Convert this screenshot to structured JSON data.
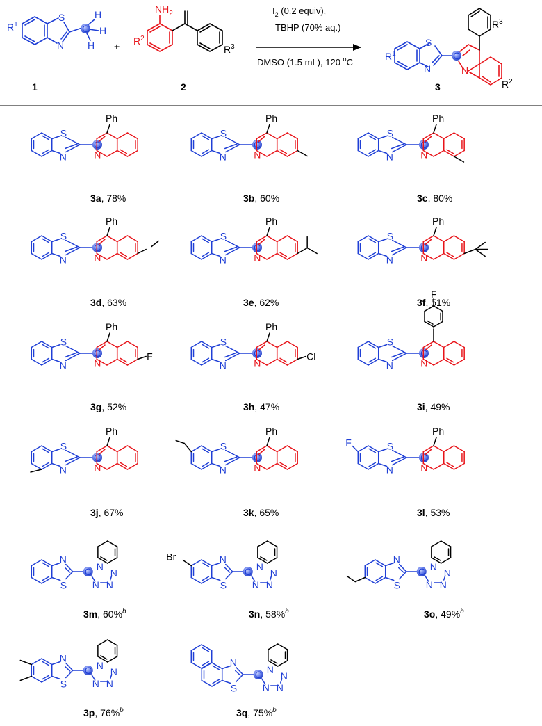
{
  "reaction": {
    "reactant1_label": "1",
    "reactant2_label": "2",
    "product_label": "3",
    "plus": "+",
    "condition1": "I",
    "condition1_sub": "2",
    "condition1_rest": " (0.2 equiv),",
    "condition2": "TBHP (70% aq.)",
    "condition3": "DMSO (1.5 mL), 120 ",
    "condition3_sup": "o",
    "condition3_unit": "C",
    "r1": "R",
    "r1_sup": "1",
    "r2": "R",
    "r2_sup": "2",
    "r3": "R",
    "r3_sup": "3",
    "nh2": "NH",
    "nh2_sub": "2",
    "h": "H"
  },
  "atoms": {
    "S": "S",
    "N": "N",
    "C": "C",
    "Ph": "Ph",
    "F": "F",
    "Cl": "Cl",
    "Br": "Br"
  },
  "products": [
    {
      "id": "3a",
      "yield": ", 78%",
      "note": ""
    },
    {
      "id": "3b",
      "yield": ", 60%",
      "note": ""
    },
    {
      "id": "3c",
      "yield": ", 80%",
      "note": ""
    },
    {
      "id": "3d",
      "yield": ", 63%",
      "note": ""
    },
    {
      "id": "3e",
      "yield": ", 62%",
      "note": ""
    },
    {
      "id": "3f",
      "yield": ", 51%",
      "note": ""
    },
    {
      "id": "3g",
      "yield": ", 52%",
      "note": ""
    },
    {
      "id": "3h",
      "yield": ", 47%",
      "note": ""
    },
    {
      "id": "3i",
      "yield": ", 49%",
      "note": ""
    },
    {
      "id": "3j",
      "yield": ", 67%",
      "note": ""
    },
    {
      "id": "3k",
      "yield": ", 65%",
      "note": ""
    },
    {
      "id": "3l",
      "yield": ", 53%",
      "note": ""
    },
    {
      "id": "3m",
      "yield": ", 60%",
      "note": "b"
    },
    {
      "id": "3n",
      "yield": ", 58%",
      "note": "b"
    },
    {
      "id": "3o",
      "yield": ", 49%",
      "note": "b"
    },
    {
      "id": "3p",
      "yield": ", 76%",
      "note": "b"
    },
    {
      "id": "3q",
      "yield": ", 75%",
      "note": "b"
    }
  ],
  "colors": {
    "benzothiazole": "#1f3fd6",
    "quinoline": "#e8141a",
    "text": "#000000"
  }
}
